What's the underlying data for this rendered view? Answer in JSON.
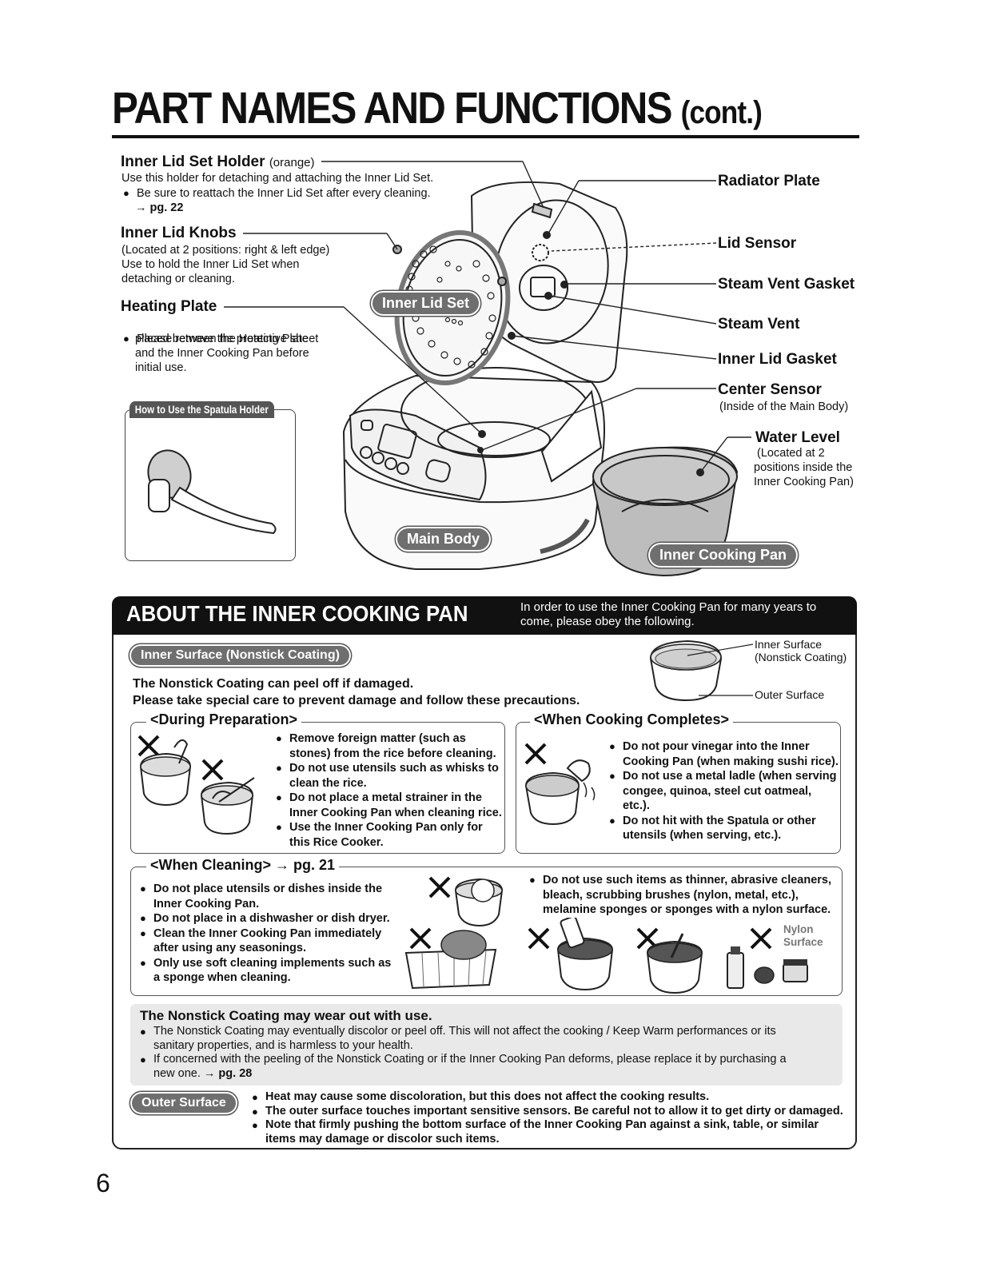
{
  "page": {
    "title": "PART NAMES AND FUNCTIONS",
    "title_suffix": "(cont.)",
    "page_number": "6"
  },
  "parts_left": {
    "inner_lid_set_holder": {
      "name": "Inner Lid Set Holder",
      "note": "(orange)",
      "desc": "Use this holder for detaching and attaching the Inner Lid Set.",
      "bullet": "Be sure to reattach the Inner Lid Set after every cleaning.",
      "ref": "→ pg. 22"
    },
    "inner_lid_knobs": {
      "name": "Inner Lid Knobs",
      "lines": [
        "(Located at 2 positions: right & left edge)",
        "Use to hold the Inner Lid Set when",
        "detaching or cleaning."
      ]
    },
    "heating_plate": {
      "name": "Heating Plate",
      "bullet_lines": [
        "Please remove the protective sheet",
        "placed between the Heating Plate",
        "and the Inner Cooking Pan before",
        "initial use."
      ]
    },
    "spatula_holder": "How to Use the Spatula Holder"
  },
  "parts_right": {
    "radiator_plate": "Radiator Plate",
    "lid_sensor": "Lid Sensor",
    "steam_vent_gasket": "Steam Vent Gasket",
    "steam_vent": "Steam Vent",
    "inner_lid_gasket": "Inner Lid Gasket",
    "center_sensor": "Center Sensor",
    "center_sensor_note": "(Inside of the Main Body)",
    "water_level": "Water Level",
    "water_level_note": [
      "(Located at 2",
      "positions inside the",
      "Inner Cooking Pan)"
    ]
  },
  "diagram_tags": {
    "inner_lid_set": "Inner Lid Set",
    "main_body": "Main Body",
    "inner_cooking_pan": "Inner Cooking Pan"
  },
  "about": {
    "title": "ABOUT THE INNER COOKING PAN",
    "intro": [
      "In order to use the Inner Cooking Pan for many years to",
      "come, please obey the following."
    ],
    "inner_surface_tag": "Inner Surface (Nonstick Coating)",
    "warning": [
      "The Nonstick Coating can peel off if damaged.",
      "Please take special care to prevent damage and follow these precautions."
    ],
    "pan_labels": {
      "inner": [
        "Inner Surface",
        "(Nonstick Coating)"
      ],
      "outer": "Outer Surface"
    },
    "during_prep": {
      "heading": "<During Preparation>",
      "bullets": [
        [
          "Remove foreign matter (such as",
          "stones) from the rice before cleaning."
        ],
        [
          "Do not use utensils such as whisks to",
          "clean the rice."
        ],
        [
          "Do not place a metal strainer in the",
          "Inner Cooking Pan when cleaning rice."
        ],
        [
          "Use the Inner Cooking Pan only for",
          "this Rice Cooker."
        ]
      ]
    },
    "cooking_completes": {
      "heading": "<When Cooking Completes>",
      "bullets": [
        [
          "Do not pour vinegar into the Inner",
          "Cooking Pan (when making sushi rice)."
        ],
        [
          "Do not use a metal ladle (when serving",
          "congee, quinoa, steel cut oatmeal,",
          "etc.)."
        ],
        [
          "Do not hit with the Spatula or other",
          "utensils (when serving, etc.)."
        ]
      ]
    },
    "cleaning": {
      "heading": "<When Cleaning>",
      "ref": "→ pg. 21",
      "bullets_left": [
        [
          "Do not place utensils or dishes inside the",
          "Inner Cooking Pan."
        ],
        [
          "Do not place in a dishwasher or dish dryer."
        ],
        [
          "Clean the Inner Cooking Pan immediately",
          "after using any seasonings."
        ],
        [
          "Only use soft cleaning implements such as",
          "a sponge when cleaning."
        ]
      ],
      "bullet_right": [
        "Do not use such items as thinner, abrasive cleaners,",
        "bleach, scrubbing brushes (nylon, metal, etc.),",
        "melamine sponges or sponges with a nylon surface."
      ],
      "nylon_label": [
        "Nylon",
        "Surface"
      ]
    },
    "wear": {
      "heading": "The Nonstick Coating may wear out with use.",
      "bullets": [
        [
          "The Nonstick Coating may eventually discolor or peel off. This will not affect the cooking / Keep Warm performances or its",
          "sanitary properties, and is harmless to your health."
        ],
        [
          "If concerned with the peeling of the Nonstick Coating or if the Inner Cooking Pan deforms, please replace it by purchasing a",
          "new one."
        ]
      ],
      "ref": "→ pg. 28"
    },
    "outer_surface": {
      "tag": "Outer Surface",
      "bullets": [
        [
          "Heat may cause some discoloration, but this does not affect the cooking results."
        ],
        [
          "The outer surface touches important sensitive sensors. Be careful not to allow it to get dirty or damaged."
        ],
        [
          "Note that firmly pushing the bottom surface of the Inner Cooking Pan against a sink, table, or similar",
          "items may damage or discolor such items."
        ]
      ]
    }
  }
}
